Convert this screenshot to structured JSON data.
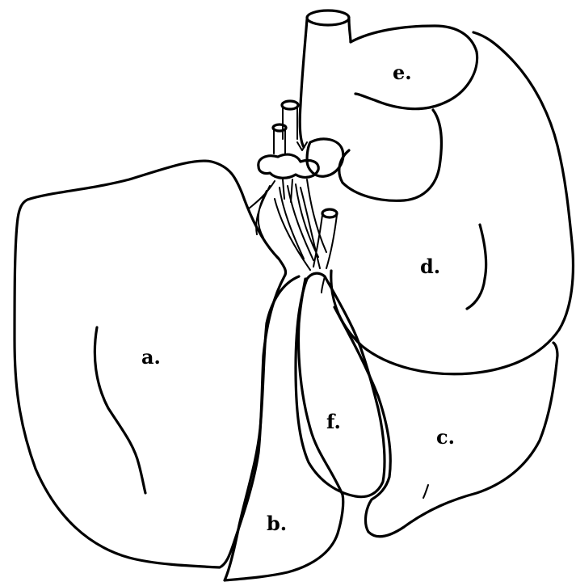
{
  "labels": {
    "a": "a.",
    "b": "b.",
    "c": "c.",
    "d": "d.",
    "e": "e.",
    "f": "f."
  },
  "colors": {
    "ink": "#000000",
    "paper": "#ffffff"
  }
}
